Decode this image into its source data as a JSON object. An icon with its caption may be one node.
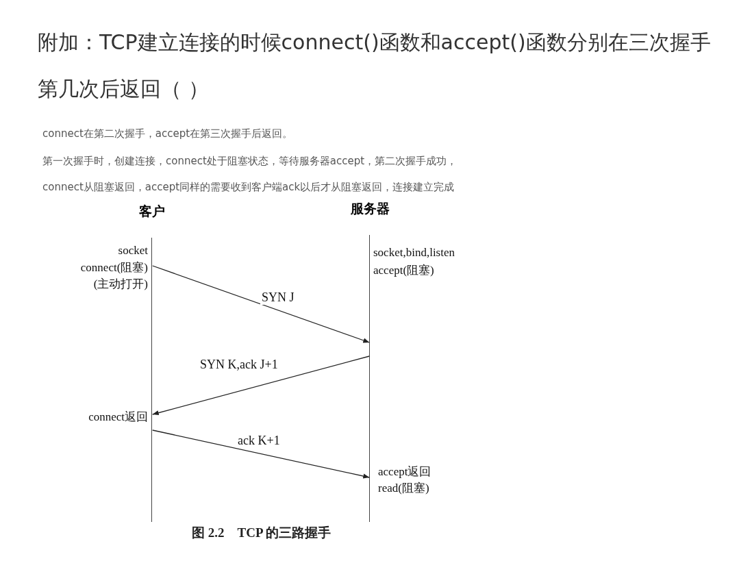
{
  "diagram": {
    "title": "附加：TCP建立连接的时候connect()函数和accept()函数分别在三次握手第几次后返回（ ）",
    "caption": "图 2.2　TCP 的三路握手",
    "nodes": [
      {
        "text": [
          "客户"
        ]
      },
      {
        "text": [
          "服务器"
        ]
      }
    ],
    "edges": [
      {
        "from": 0,
        "to": 1,
        "arrow": "to",
        "label": "SYN J"
      },
      {
        "from": 1,
        "to": 0,
        "arrow": "to",
        "label": "SYN K,ack J+1"
      },
      {
        "from": 0,
        "to": 1,
        "arrow": "to",
        "label": "ack K+1"
      }
    ],
    "labels": [
      "connect在第二次握手，accept在第三次握手后返回。",
      "第一次握手时，创建连接，connect处于阻塞状态，等待服务器accept，第二次握手成功，",
      "connect从阻塞返回，accept同样的需要收到客户端ack以后才从阻塞返回，连接建立完成",
      "socket",
      "connect(阻塞)",
      "(主动打开)",
      "socket,bind,listen",
      "accept(阻塞)",
      "connect返回",
      "accept返回",
      "read(阻塞)"
    ]
  }
}
